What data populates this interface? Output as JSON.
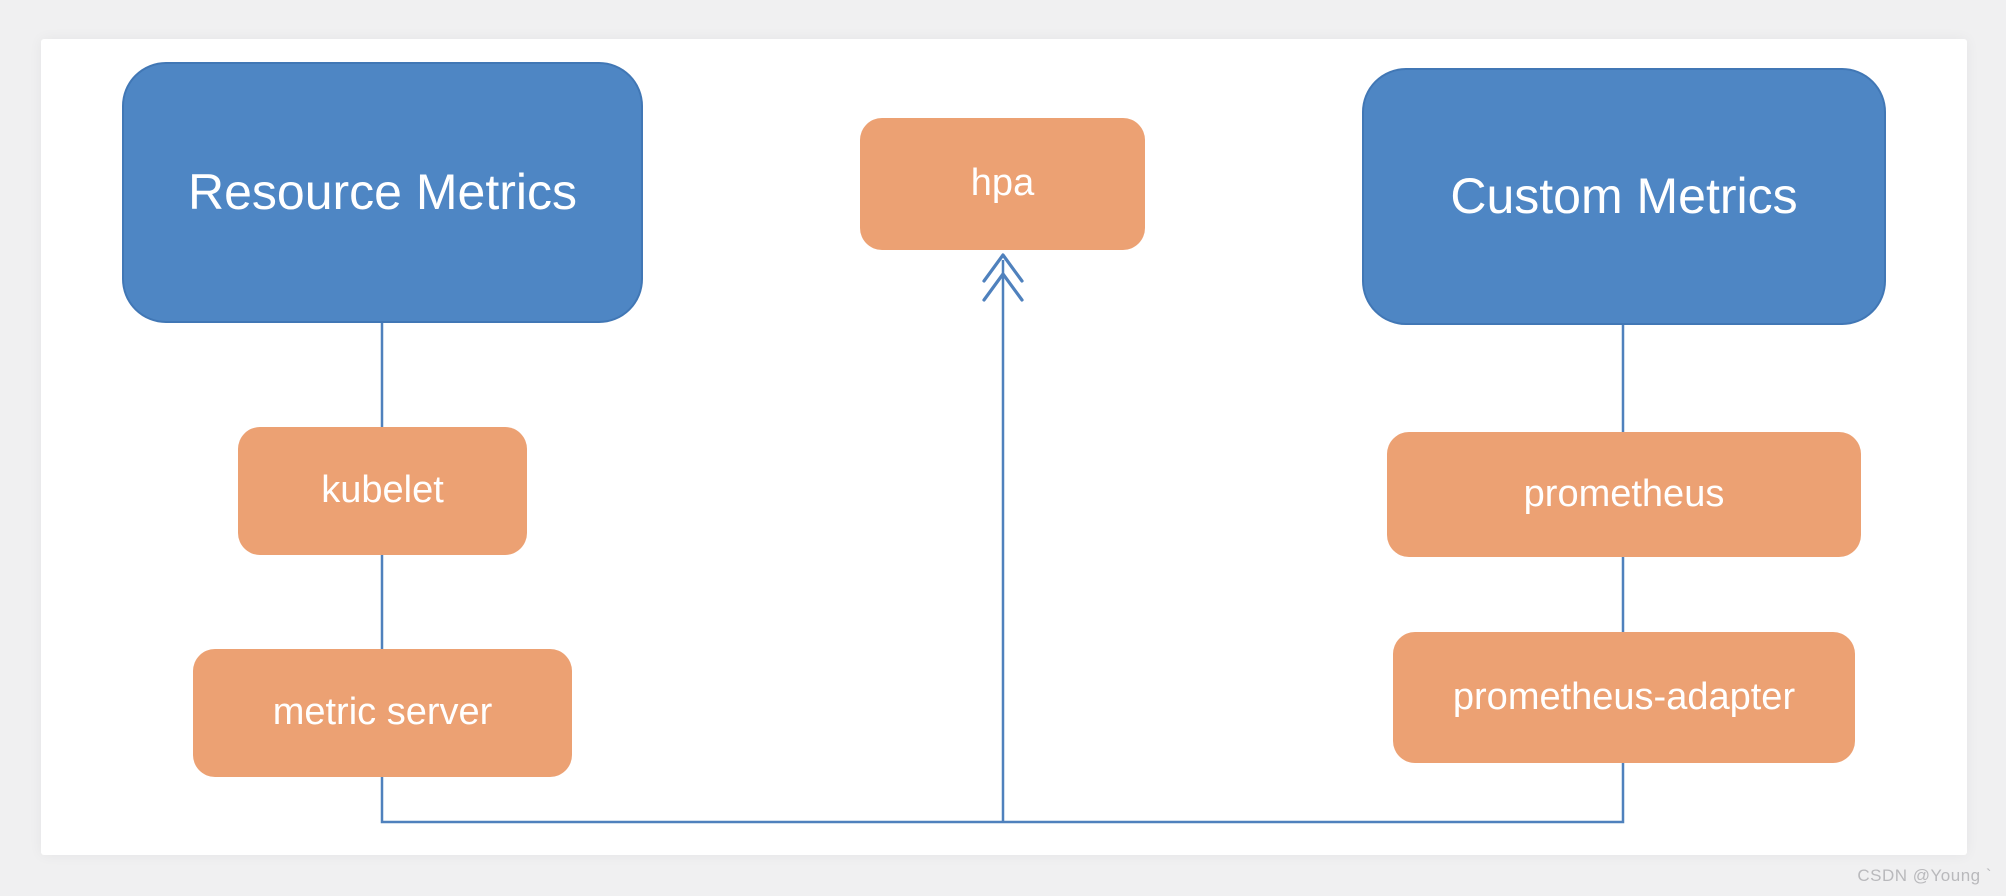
{
  "theme": {
    "bg_gray": "#f0f0f1",
    "panel_white": "#ffffff",
    "node_blue": "#4e86c4",
    "node_blue_border": "#4177b5",
    "node_orange": "#eca173",
    "line_blue": "#4f81bd",
    "text_white": "#ffffff",
    "watermark_gray": "#b9b9bc"
  },
  "nodes": {
    "resource_metrics": {
      "label": "Resource Metrics"
    },
    "custom_metrics": {
      "label": "Custom Metrics"
    },
    "hpa": {
      "label": "hpa"
    },
    "kubelet": {
      "label": "kubelet"
    },
    "metric_server": {
      "label": "metric server"
    },
    "prometheus": {
      "label": "prometheus"
    },
    "prometheus_adapter": {
      "label": "prometheus-adapter"
    }
  },
  "watermark": {
    "text": "CSDN @Young `"
  }
}
